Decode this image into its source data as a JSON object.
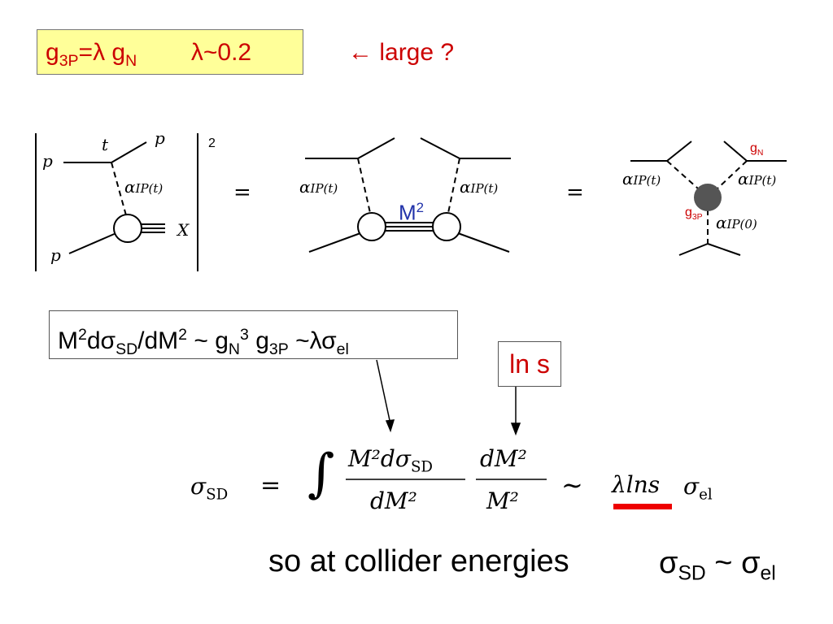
{
  "header": {
    "coupling_lhs": "g",
    "coupling_sub": "3P",
    "eq_lambda": "=λ g",
    "sub_n": "N",
    "lambda_val": "λ~0.2",
    "arrow": "←",
    "large": "large ?"
  },
  "diagram": {
    "p_top": "p",
    "t": "t",
    "p_right": "p",
    "alpha_t": "α",
    "alpha_pomeron_t": "IP(t)",
    "X": "X",
    "p_bottom": "p",
    "square": "2",
    "equals": "=",
    "M2": "M",
    "M2_sup": "2",
    "gN": "g",
    "gN_sub": "N",
    "g3P": "g",
    "g3P_sub": "3P",
    "alpha_zero": "IP(0)"
  },
  "formula_box": {
    "text_a": "M",
    "sup2": "2",
    "text_b": "dσ",
    "sub_sd": "SD",
    "text_c": "/dM",
    "text_d": " ~ g",
    "sub_n": "N",
    "sup3": "3",
    "text_e": " g",
    "sub_3p": "3P",
    "text_f": " ~λσ",
    "sub_el": "el"
  },
  "ln_s": "ln s",
  "integral": {
    "sigma": "σ",
    "sd": "SD",
    "eq": "=",
    "int": "∫",
    "num1": "M²dσ",
    "den1": "dM²",
    "num2": "dM²",
    "den2": "M²",
    "sim": "∼",
    "lnterm": "λlns",
    "el": "el"
  },
  "conclusion": {
    "text": "so at collider energies",
    "sigma": "σ",
    "sd": "SD",
    "tilde": " ~ ",
    "el": "el"
  },
  "colors": {
    "red": "#cc0000",
    "blue": "#2233aa",
    "yellow_box": "#ffff99"
  }
}
